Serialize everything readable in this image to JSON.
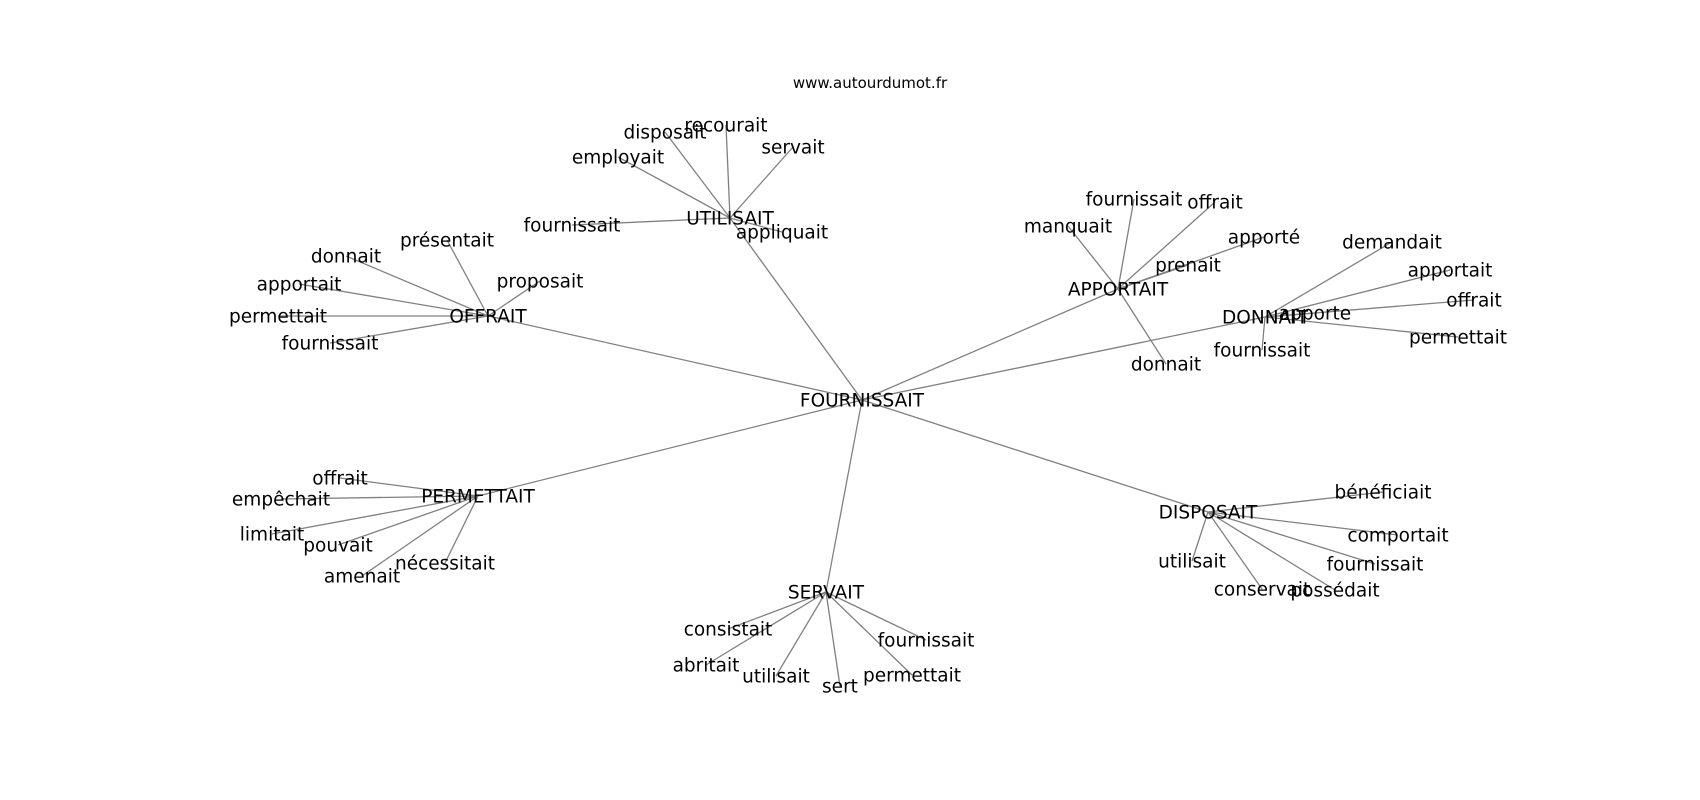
{
  "source": "www.autourdumot.fr",
  "root": "FOURNISSAIT",
  "clusters": [
    {
      "word": "UTILISAIT",
      "children": [
        "disposait",
        "recourait",
        "servait",
        "employait",
        "fournissait",
        "appliquait"
      ]
    },
    {
      "word": "OFFRAIT",
      "children": [
        "présentait",
        "donnait",
        "proposait",
        "apportait",
        "permettait",
        "fournissait"
      ]
    },
    {
      "word": "APPORTAIT",
      "children": [
        "fournissait",
        "offrait",
        "manquait",
        "apporté",
        "prenait",
        "donnait"
      ]
    },
    {
      "word": "DONNAIT",
      "children": [
        "demandait",
        "apportait",
        "offrait",
        "apporte",
        "permettait",
        "fournissait"
      ]
    },
    {
      "word": "PERMETTAIT",
      "children": [
        "offrait",
        "empêchait",
        "limitait",
        "pouvait",
        "amenait",
        "nécessitait"
      ]
    },
    {
      "word": "DISPOSAIT",
      "children": [
        "bénéficiait",
        "comportait",
        "utilisait",
        "fournissait",
        "conservait",
        "possédait"
      ]
    },
    {
      "word": "SERVAIT",
      "children": [
        "consistait",
        "fournissait",
        "abritait",
        "utilisait",
        "permettait",
        "sert"
      ]
    }
  ]
}
